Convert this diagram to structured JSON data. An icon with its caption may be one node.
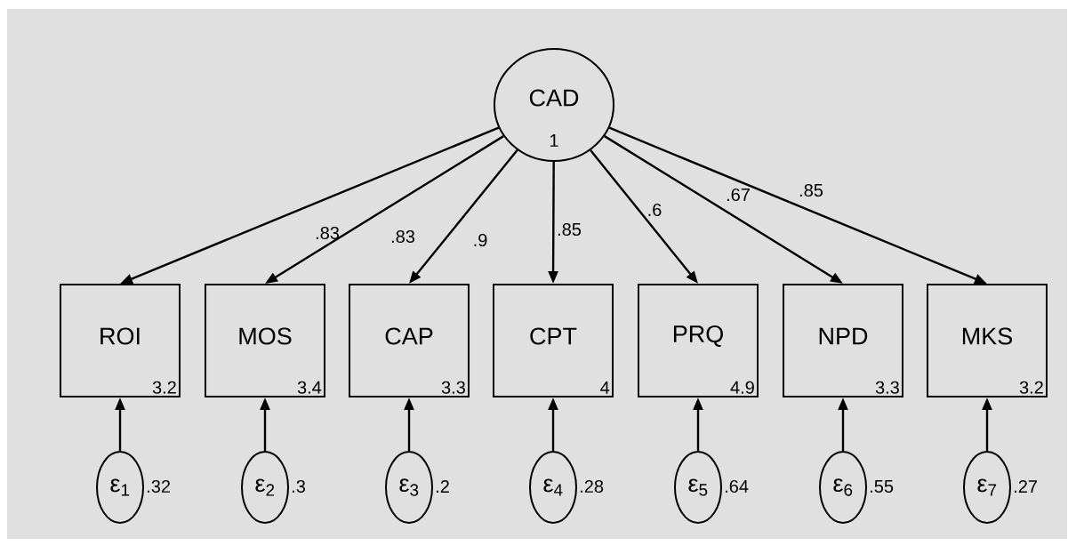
{
  "diagram": {
    "nodes": [
      {
        "text": [
          "CAD",
          "1"
        ]
      },
      {
        "text": [
          "ROI",
          "3.2"
        ]
      },
      {
        "text": [
          "MOS",
          "3.4"
        ]
      },
      {
        "text": [
          "CAP",
          "3.3"
        ]
      },
      {
        "text": [
          "CPT",
          "4"
        ]
      },
      {
        "text": [
          "PRQ",
          "4.9"
        ]
      },
      {
        "text": [
          "NPD",
          "3.3"
        ]
      },
      {
        "text": [
          "MKS",
          "3.2"
        ]
      },
      {
        "text": [
          "ε$_{1}$"
        ],
        "beside": [
          ".32"
        ]
      },
      {
        "text": [
          "ε$_{2}$"
        ],
        "beside": [
          ".3"
        ]
      },
      {
        "text": [
          "ε$_{3}$"
        ],
        "beside": [
          ".2"
        ]
      },
      {
        "text": [
          "ε$_{4}$"
        ],
        "beside": [
          ".28"
        ]
      },
      {
        "text": [
          "ε$_{5}$"
        ],
        "beside": [
          ".64"
        ]
      },
      {
        "text": [
          "ε$_{6}$"
        ],
        "beside": [
          ".55"
        ]
      },
      {
        "text": [
          "ε$_{7}$"
        ],
        "beside": [
          ".27"
        ]
      }
    ],
    "edges": [
      {
        "from": 0,
        "to": 1,
        "arrow": "to",
        "label": ".83"
      },
      {
        "from": 0,
        "to": 2,
        "arrow": "to",
        "label": ".83"
      },
      {
        "from": 0,
        "to": 3,
        "arrow": "to",
        "label": ".9"
      },
      {
        "from": 0,
        "to": 4,
        "arrow": "to",
        "label": ".85"
      },
      {
        "from": 0,
        "to": 5,
        "arrow": "to",
        "label": ".6"
      },
      {
        "from": 0,
        "to": 6,
        "arrow": "to",
        "label": ".67"
      },
      {
        "from": 0,
        "to": 7,
        "arrow": "to",
        "label": ".85"
      },
      {
        "from": 8,
        "to": 1,
        "arrow": "to"
      },
      {
        "from": 9,
        "to": 2,
        "arrow": "to"
      },
      {
        "from": 10,
        "to": 3,
        "arrow": "to"
      },
      {
        "from": 11,
        "to": 4,
        "arrow": "to"
      },
      {
        "from": 12,
        "to": 5,
        "arrow": "to"
      },
      {
        "from": 13,
        "to": 6,
        "arrow": "to"
      },
      {
        "from": 14,
        "to": 7,
        "arrow": "to"
      }
    ]
  }
}
